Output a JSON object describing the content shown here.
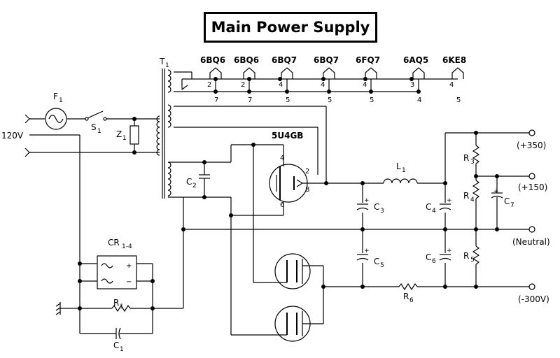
{
  "title": "Main Power Supply",
  "mains_label": "120V",
  "fuse": {
    "name": "F",
    "sub": "1"
  },
  "switch": {
    "name": "S",
    "sub": "1"
  },
  "varistor": {
    "name": "Z",
    "sub": "1"
  },
  "transformer": {
    "name": "T",
    "sub": "1"
  },
  "rectifier_tube": "5U4GB",
  "rectifier_pins": {
    "p4": "4",
    "p2": "2",
    "p8": "8",
    "p6": "6"
  },
  "heater_tubes": [
    {
      "name": "6BQ6",
      "pin_top": "2",
      "pin_bottom": "7"
    },
    {
      "name": "6BQ6",
      "pin_top": "2",
      "pin_bottom": "7"
    },
    {
      "name": "6BQ7",
      "pin_top": "4",
      "pin_bottom": "5"
    },
    {
      "name": "6BQ7",
      "pin_top": "4",
      "pin_bottom": "5"
    },
    {
      "name": "6FQ7",
      "pin_top": "4",
      "pin_bottom": "5"
    },
    {
      "name": "6AQ5",
      "pin_top": "3",
      "pin_bottom": "4"
    },
    {
      "name": "6KE8",
      "pin_top": "4",
      "pin_bottom": "5"
    }
  ],
  "components": {
    "C1": {
      "name": "C",
      "sub": "1"
    },
    "C2": {
      "name": "C",
      "sub": "2"
    },
    "C3": {
      "name": "C",
      "sub": "3"
    },
    "C4": {
      "name": "C",
      "sub": "4"
    },
    "C5": {
      "name": "C",
      "sub": "5"
    },
    "C6": {
      "name": "C",
      "sub": "6"
    },
    "C7": {
      "name": "C",
      "sub": "7"
    },
    "R1": {
      "name": "R",
      "sub": "1"
    },
    "R3": {
      "name": "R",
      "sub": "3"
    },
    "R4": {
      "name": "R",
      "sub": "4"
    },
    "R5": {
      "name": "R",
      "sub": "5"
    },
    "R6": {
      "name": "R",
      "sub": "6"
    },
    "L1": {
      "name": "L",
      "sub": "1"
    },
    "CR": {
      "name": "CR",
      "sub": "1-4"
    }
  },
  "bridge_signs": {
    "plus": "+",
    "minus": "−"
  },
  "cap_sign": "+",
  "outputs": [
    "(+350)",
    "(+150)",
    "(Neutral)",
    "(-300V)"
  ]
}
